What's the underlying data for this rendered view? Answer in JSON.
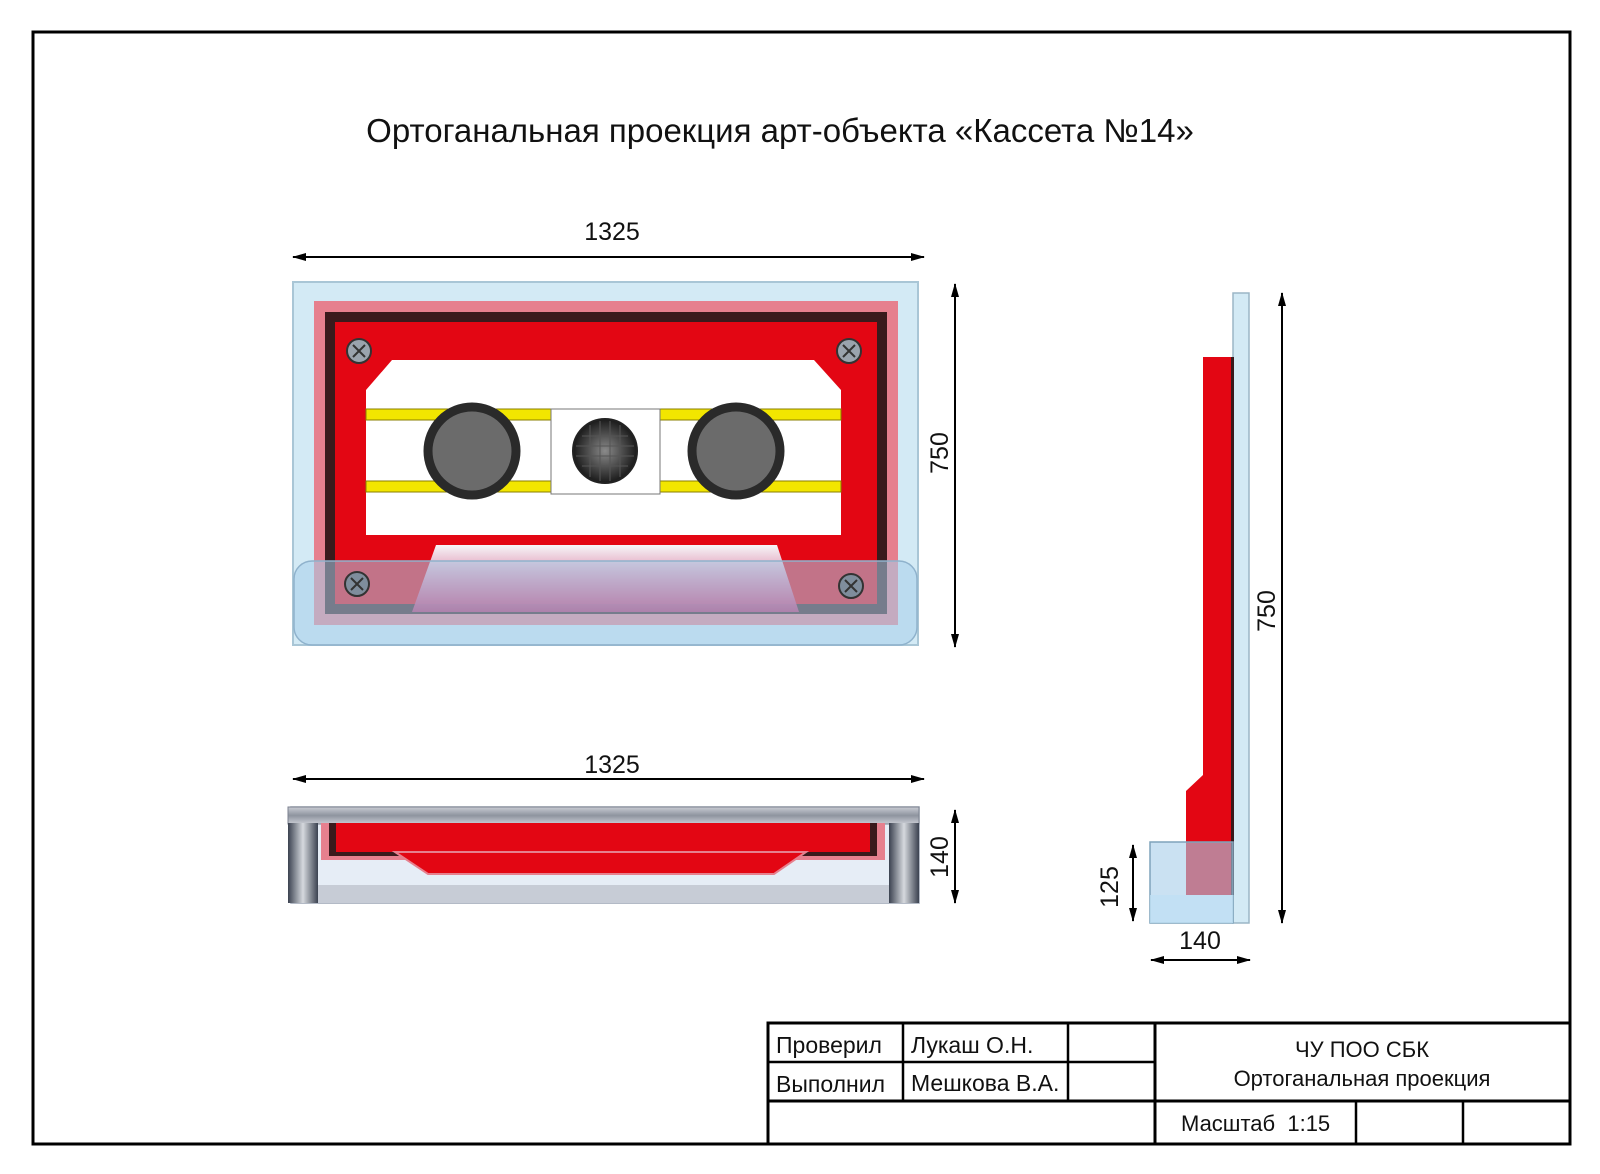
{
  "title": "Ортоганальная проекция арт-объекта «Кассета №14»",
  "dimensions": {
    "front_width": "1325",
    "front_height": "750",
    "top_width": "1325",
    "top_depth": "140",
    "side_height": "750",
    "side_stand_height": "125",
    "side_depth": "140"
  },
  "stamp": {
    "checked_label": "Проверил",
    "checked_name": "Лукаш О.Н.",
    "done_label": "Выполнил",
    "done_name": "Мешкова В.А.",
    "org": "ЧУ ПОО СБК",
    "doc_title": "Ортоганальная проекция",
    "scale": "Масштаб  1:15"
  },
  "colors": {
    "cassette_red": "#e30613",
    "acrylic_blue": "#cfe6f2",
    "tape_yellow": "#f2e600",
    "reel_gray": "#6b6b6b"
  }
}
